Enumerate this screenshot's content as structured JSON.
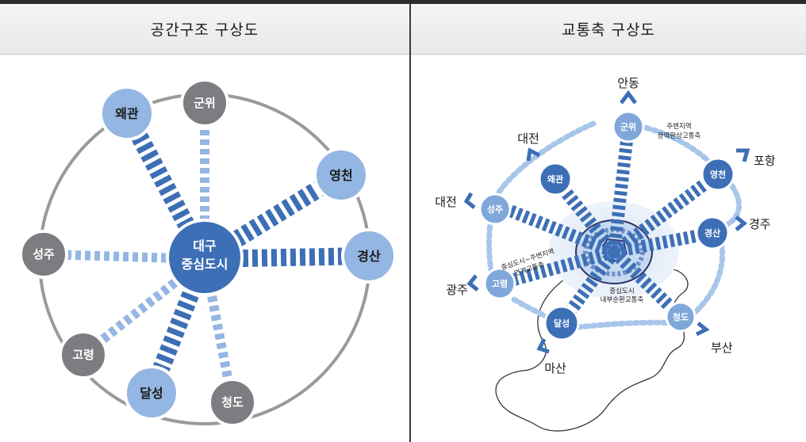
{
  "left_panel": {
    "title": "공간구조 구상도",
    "center": [
      "대구",
      "중심도시"
    ],
    "nodes": {
      "waegwan": "왜관",
      "gunwi": "군위",
      "yeongcheon": "영천",
      "gyeongsan": "경산",
      "seongju": "성주",
      "goryeong": "고령",
      "dalseong": "달성",
      "cheongdo": "청도"
    }
  },
  "right_panel": {
    "title": "교통축 구상도",
    "nodes": {
      "gunwi": "군위",
      "waegwan": "왜관",
      "yeongcheon": "영천",
      "seongju": "성주",
      "gyeongsan": "경산",
      "goryeong": "고령",
      "dalseong": "달성",
      "cheongdo": "청도"
    },
    "destinations": {
      "andong": "안동",
      "daejeon_top": "대전",
      "pohang": "포항",
      "daejeon_left": "대전",
      "gyeongju": "경주",
      "gwangju": "광주",
      "busan": "부산",
      "masan": "마산"
    },
    "annotations": {
      "outer_axis": [
        "주변지역",
        "광역환상고통축"
      ],
      "link_axis": [
        "중심도시~주변지역",
        "연계교통축"
      ],
      "inner_axis": [
        "중심도시",
        "내부순환교통축"
      ]
    }
  },
  "colors": {
    "dark_blue": "#3d6fb6",
    "light_blue": "#94b6e2",
    "gray_node": "#7b7d80",
    "gray_ring": "#9a9a9a",
    "dotted_blue": "#a8c6ea"
  }
}
